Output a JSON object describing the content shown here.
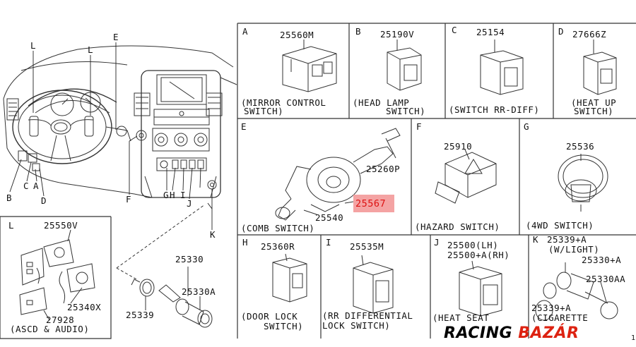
{
  "panels": {
    "A": {
      "letter": "A",
      "part": "25560M",
      "caption1": "(MIRROR  CONTROL",
      "caption2": "SWITCH)"
    },
    "B": {
      "letter": "B",
      "part": "25190V",
      "caption1": "(HEAD LAMP",
      "caption2": "SWITCH)"
    },
    "C": {
      "letter": "C",
      "part": "25154",
      "caption1": "(SWITCH RR-DIFF)"
    },
    "D": {
      "letter": "D",
      "part": "27666Z",
      "caption1": "(HEAT UP",
      "caption2": "SWITCH)"
    },
    "E": {
      "letter": "E",
      "parts": [
        "25260P",
        "25540"
      ],
      "highlight": "25567",
      "caption1": "(COMB SWITCH)"
    },
    "F": {
      "letter": "F",
      "part": "25910",
      "caption1": "(HAZARD SWITCH)"
    },
    "G": {
      "letter": "G",
      "part": "25536",
      "caption1": "(4WD SWITCH)"
    },
    "H": {
      "letter": "H",
      "part": "25360R",
      "caption1": "(DOOR LOCK",
      "caption2": "SWITCH)"
    },
    "I": {
      "letter": "I",
      "part": "25535M",
      "caption1": "(RR DIFFERENTIAL",
      "caption2": "LOCK SWITCH)"
    },
    "J": {
      "letter": "J",
      "parts": [
        "25500(LH)",
        "25500+A(RH)"
      ],
      "caption1": "(HEAT SEAT"
    },
    "K": {
      "letter": "K",
      "parts": [
        "25339+A",
        "(W/LIGHT)",
        "25330+A",
        "25330AA",
        "25339+A"
      ],
      "caption1": "(CIGARETTE"
    },
    "L": {
      "letter": "L",
      "parts": [
        "25550V",
        "25340X",
        "27928"
      ],
      "caption1": "(ASCD & AUDIO)"
    }
  },
  "overview": {
    "callouts_top": [
      "L",
      "L",
      "E"
    ],
    "callouts_bottom": [
      "B",
      "C",
      "A",
      "D",
      "F",
      "G",
      "H",
      "I",
      "J",
      "K"
    ],
    "socket_parts": [
      "25330",
      "25330A",
      "25339"
    ]
  },
  "brand": {
    "word1": "RACING",
    "word2": "BAZÁR"
  },
  "edge_mark": "1",
  "colors": {
    "highlight": "#dd1111",
    "highlight_fill": "#f4a3a3",
    "line": "#222222"
  }
}
